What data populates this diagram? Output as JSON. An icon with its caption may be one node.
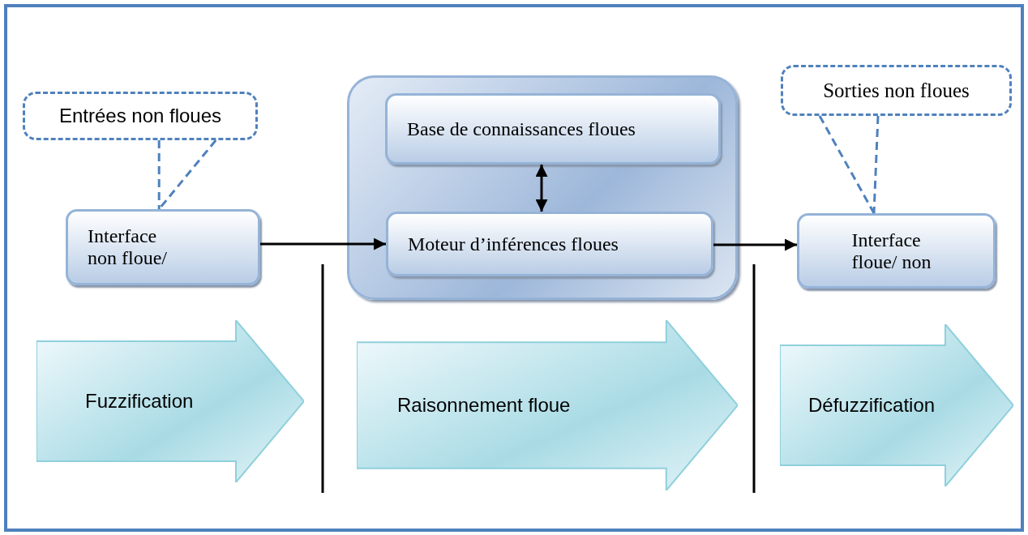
{
  "diagram": {
    "nodes": [
      {
        "text": [
          "Entrées non floues"
        ]
      },
      {
        "text": [
          "Interface non floue/"
        ]
      },
      {
        "text": [],
        "shape": "box"
      },
      {
        "text": [
          "Base de connaissances floues"
        ],
        "in": 2
      },
      {
        "text": [
          "Moteur d’inférences floues"
        ],
        "in": 2
      },
      {
        "text": [
          "Interface floue/ non"
        ]
      },
      {
        "text": [
          "Sorties non floues"
        ]
      },
      {
        "text": [
          "Fuzzification"
        ]
      },
      {
        "text": [
          "Raisonnement floue"
        ]
      },
      {
        "text": [
          "Défuzzification"
        ]
      }
    ],
    "edges": [
      {
        "from": 0,
        "to": 1,
        "arrow": "none",
        "style": "dashed",
        "color": "#4f81bd"
      },
      {
        "from": 1,
        "to": 4,
        "arrow": "to"
      },
      {
        "from": 3,
        "to": 4,
        "arrow": "both"
      },
      {
        "from": 4,
        "to": 5,
        "arrow": "to"
      },
      {
        "from": 6,
        "to": 5,
        "arrow": "none",
        "style": "dashed",
        "color": "#4f81bd"
      }
    ]
  }
}
